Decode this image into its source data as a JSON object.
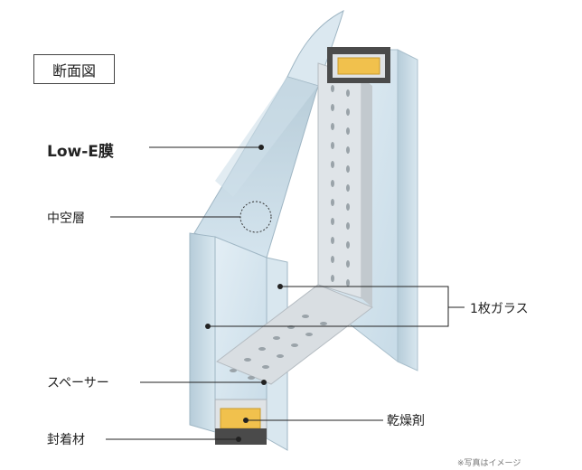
{
  "title": "断面図",
  "labels": {
    "low_e": "Low-E膜",
    "hollow_layer": "中空層",
    "single_glass": "1枚ガラス",
    "spacer": "スペーサー",
    "sealant": "封着材",
    "desiccant": "乾燥剤"
  },
  "credit": "※写真はイメージ",
  "colors": {
    "glass_face": "#d6e6f0",
    "glass_edge": "#b9cfdc",
    "spacer_frame": "#c4c9cd",
    "desiccant": "#f1c14d",
    "sealant": "#4a4a4a",
    "line": "#222222"
  }
}
